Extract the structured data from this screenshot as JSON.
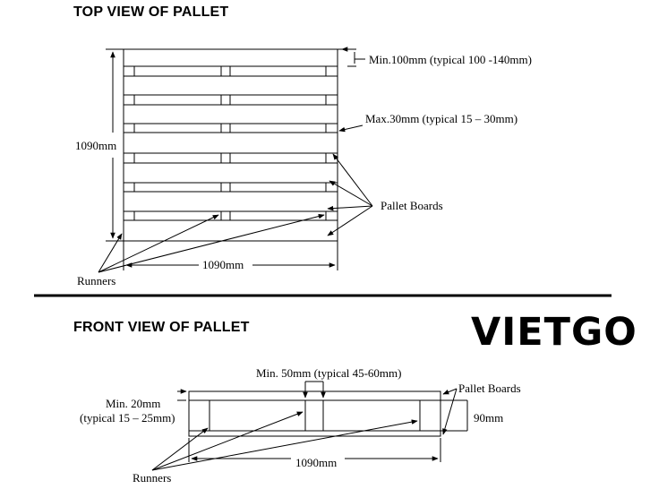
{
  "top_view": {
    "title": "TOP VIEW OF PALLET",
    "labels": {
      "board_width": "Min.100mm (typical 100 -140mm)",
      "board_gap": "Max.30mm (typical 15 – 30mm)",
      "pallet_boards": "Pallet Boards",
      "length": "1090mm",
      "width": "1090mm",
      "runners": "Runners"
    }
  },
  "front_view": {
    "title": "FRONT VIEW OF PALLET",
    "labels": {
      "board_thickness": "Min. 50mm (typical 45-60mm)",
      "runner_thickness_line1": "Min. 20mm",
      "runner_thickness_line2": "(typical 15 – 25mm)",
      "pallet_boards": "Pallet Boards",
      "height": "90mm",
      "length": "1090mm",
      "runners": "Runners"
    }
  },
  "logo": "VIETGO"
}
